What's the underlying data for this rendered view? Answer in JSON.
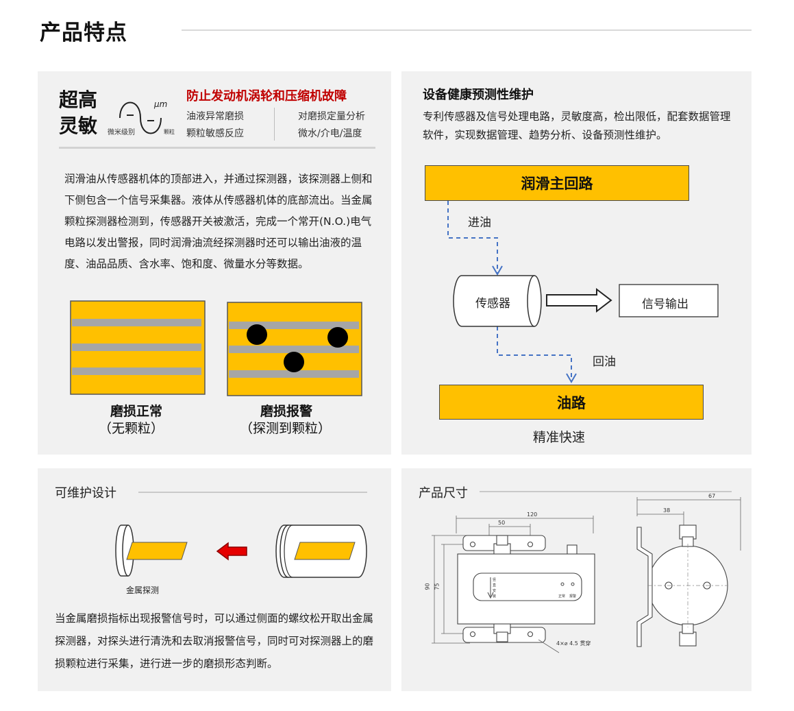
{
  "page": {
    "title": "产品特点"
  },
  "sensitivity": {
    "big_label_line1": "超高",
    "big_label_line2": "灵敏",
    "micro_unit": "μm",
    "micro_level": "微米级别",
    "particle": "颗粒",
    "headline": "防止发动机涡轮和压缩机故障",
    "feature_left_1": "油液异常磨损",
    "feature_left_2": "颗粒敏感反应",
    "feature_right_1": "对磨损定量分析",
    "feature_right_2": "微水/介电/温度",
    "description": "润滑油从传感器机体的顶部进入，并通过探测器，该探测器上侧和下侧包含一个信号采集器。液体从传感器机体的底部流出。当金属颗粒探测器检测到，传感器开关被激活，完成一个常开(N.O.)电气电路以发出警报，同时润滑油流经探测器时还可以输出油液的温度、油品品质、含水率、饱和度、微量水分等数据。",
    "figure_normal_title": "磨损正常",
    "figure_normal_sub": "（无颗粒）",
    "figure_alarm_title": "磨损报警",
    "figure_alarm_sub": "（探测到颗粒）"
  },
  "health": {
    "title": "设备健康预测性维护",
    "description": "专利传感器及信号处理电路，灵敏度高，检出限低，配套数据管理软件，实现数据管理、趋势分析、设备预测性维护。",
    "main_loop": "润滑主回路",
    "oil_in": "进油",
    "sensor": "传感器",
    "signal_out": "信号输出",
    "oil_return": "回油",
    "oil_path": "油路",
    "caption": "精准快速"
  },
  "maintain": {
    "title": "可维护设计",
    "probe_label": "金属探测",
    "description": "当金属磨损指标出现报警信号时，可以通过侧面的螺纹松开取出金属探测器，对探头进行清洗和去取消报警信号，同时可对探测器上的磨损颗粒进行采集，进行进一步的磨损形态判断。"
  },
  "dimensions": {
    "title": "产品尺寸",
    "dim_120": "120",
    "dim_50": "50",
    "dim_90": "90",
    "dim_75": "75",
    "dim_67": "67",
    "dim_38": "38",
    "holes_note": "4×⌀ 4.5 贯穿",
    "label_norm": "正常",
    "label_alarm": "报警",
    "panel_text": "竖直安装"
  },
  "colors": {
    "yellow": "#ffc000",
    "panel_bg": "#f1f1f1",
    "red": "#c00000",
    "blue_dash": "#4472c4"
  }
}
